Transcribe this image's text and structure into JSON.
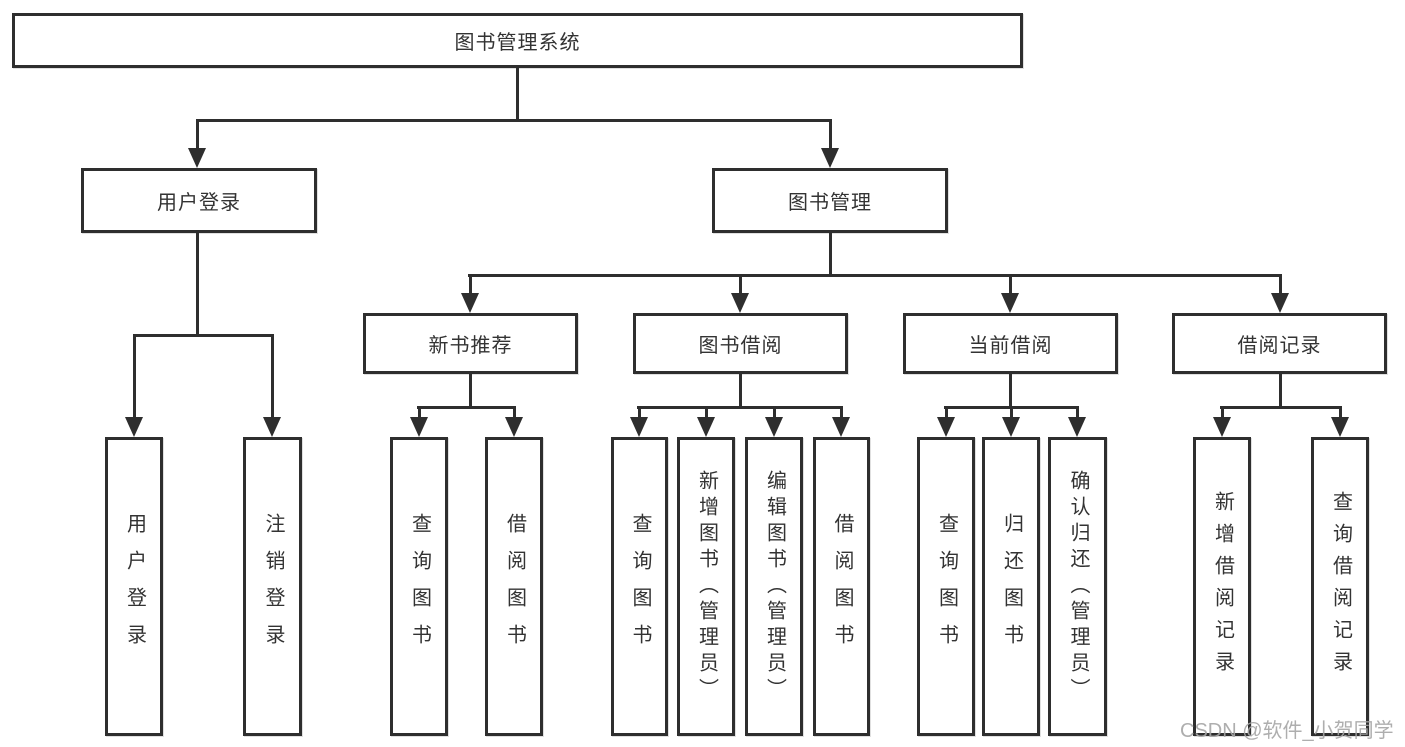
{
  "diagram": {
    "title": "图书管理系统",
    "root": {
      "label": "图书管理系统"
    },
    "level1": [
      {
        "label": "用户登录"
      },
      {
        "label": "图书管理"
      }
    ],
    "level2": [
      {
        "label": "新书推荐"
      },
      {
        "label": "图书借阅"
      },
      {
        "label": "当前借阅"
      },
      {
        "label": "借阅记录"
      }
    ],
    "leaves": [
      {
        "label": "用户登录"
      },
      {
        "label": "注销登录"
      },
      {
        "label": "查询图书"
      },
      {
        "label": "借阅图书"
      },
      {
        "label": "查询图书"
      },
      {
        "label": "新增图书（管理员）"
      },
      {
        "label": "编辑图书（管理员）"
      },
      {
        "label": "借阅图书"
      },
      {
        "label": "查询图书"
      },
      {
        "label": "归还图书"
      },
      {
        "label": "确认归还（管理员）"
      },
      {
        "label": "新增借阅记录"
      },
      {
        "label": "查询借阅记录"
      }
    ],
    "watermark": "CSDN @软件_小贺同学",
    "colors": {
      "line": "#2e2e2e",
      "text": "#333333",
      "watermark": "#a6a6a6"
    }
  }
}
